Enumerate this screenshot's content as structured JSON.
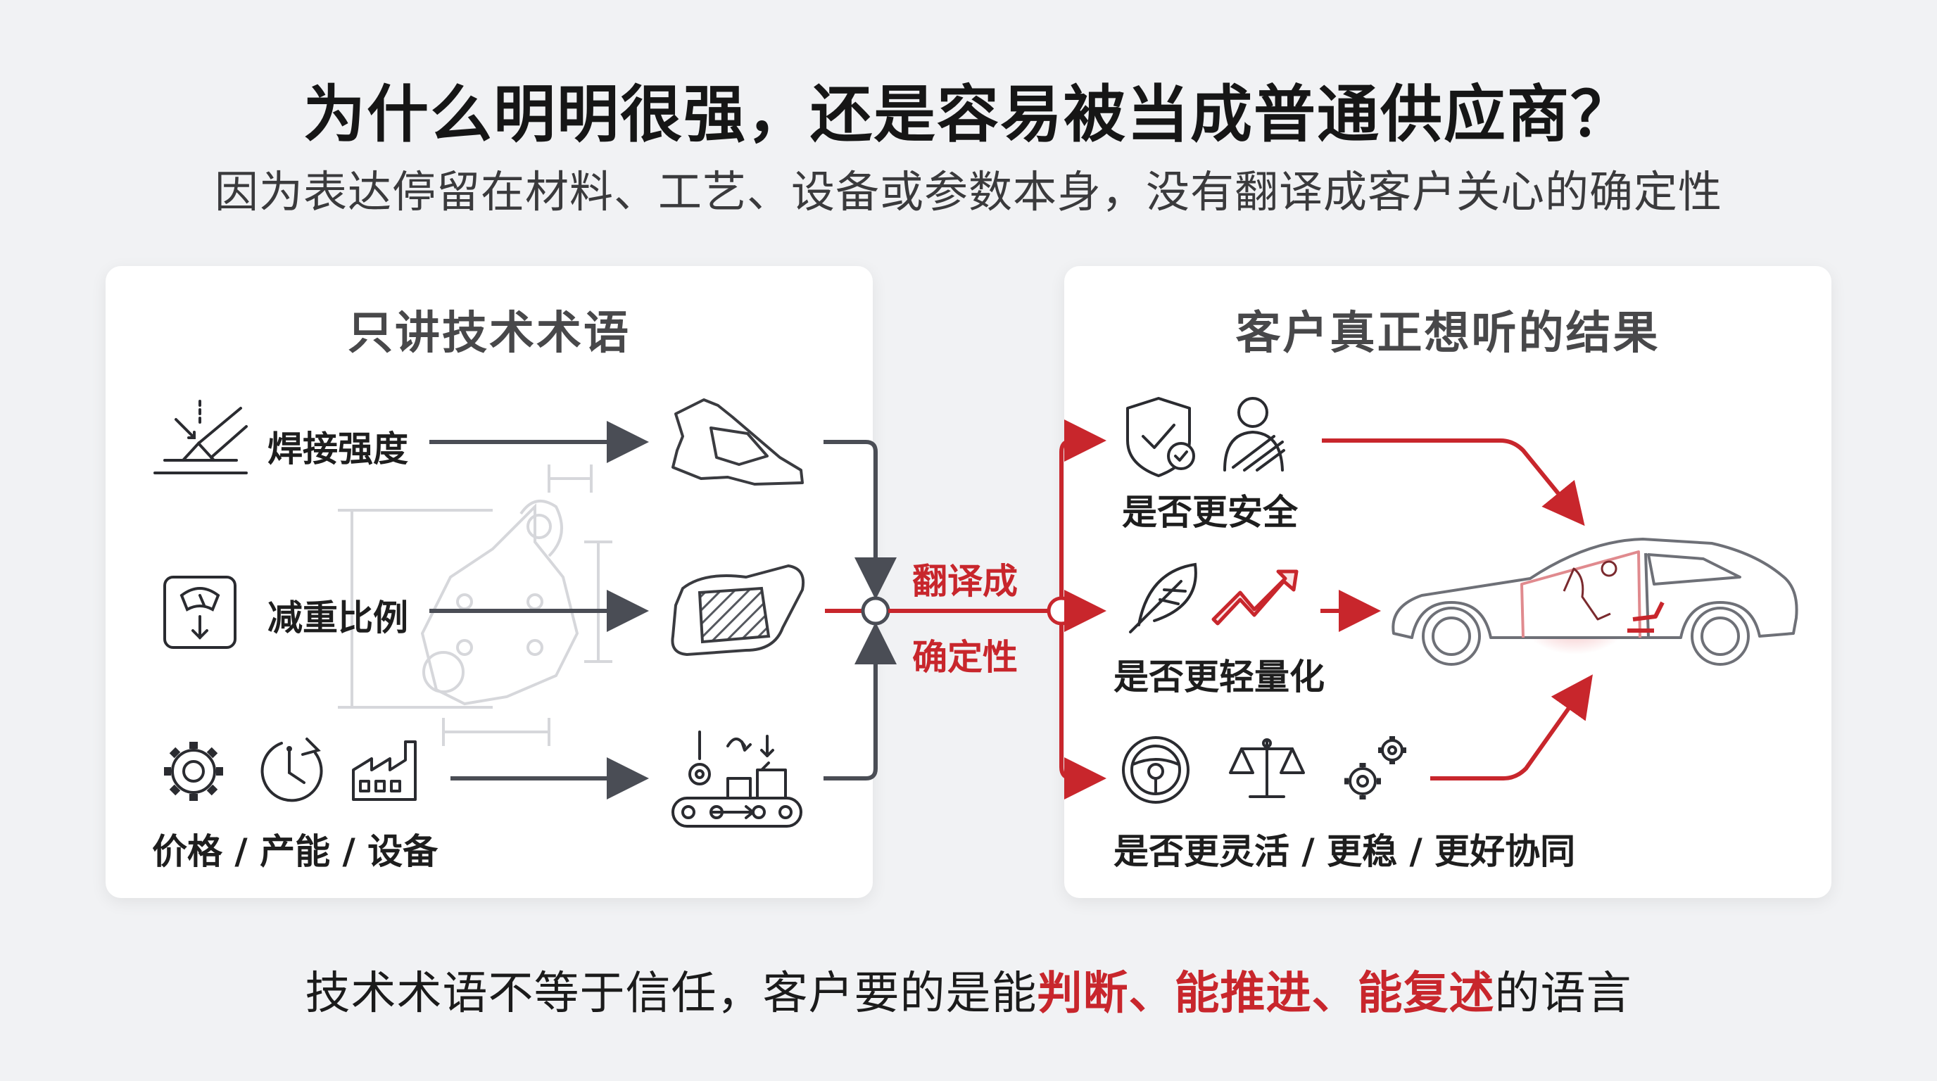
{
  "header": {
    "title": "为什么明明很强，还是容易被当成普通供应商？",
    "subtitle": "因为表达停留在材料、工艺、设备或参数本身，没有翻译成客户关心的确定性"
  },
  "left_panel": {
    "title": "只讲技术术语",
    "items": [
      {
        "label": "焊接强度",
        "icon": "welding-icon"
      },
      {
        "label": "减重比例",
        "icon": "scale-icon"
      },
      {
        "label": "价格 / 产能 / 设备",
        "icons": [
          "gear-icon",
          "clock-icon",
          "factory-icon"
        ]
      }
    ]
  },
  "center": {
    "line1": "翻译成",
    "line2": "确定性"
  },
  "right_panel": {
    "title": "客户真正想听的结果",
    "items": [
      {
        "label": "是否更安全",
        "icons": [
          "shield-check-icon",
          "seatbelt-person-icon"
        ]
      },
      {
        "label": "是否更轻量化",
        "icons": [
          "feather-icon",
          "trend-up-icon"
        ]
      },
      {
        "label": "是否更灵活 / 更稳 / 更好协同",
        "icons": [
          "steering-wheel-icon",
          "balance-scale-icon",
          "gears-icon"
        ]
      }
    ]
  },
  "footer": {
    "part1": "技术术语不等于信任，客户要的是能",
    "hl1": "判断、",
    "hl2": "能推进、",
    "hl3": "能复述",
    "part2": "的语言"
  },
  "colors": {
    "accent_red": "#c8262c",
    "dark_gray": "#4a4d55",
    "background": "#f1f2f4"
  }
}
